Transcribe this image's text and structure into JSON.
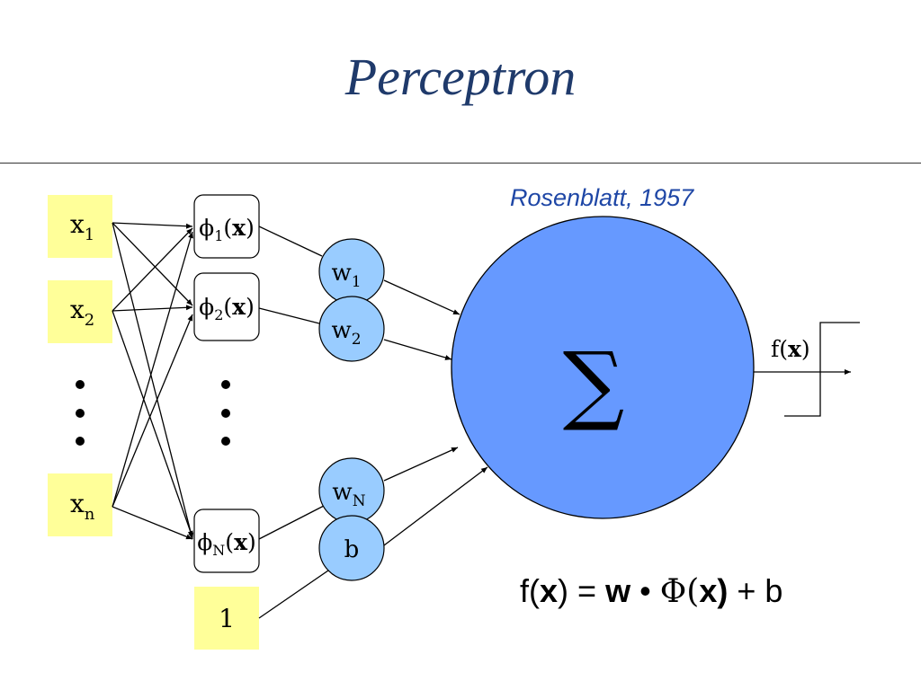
{
  "title": "Perceptron",
  "attribution": "Rosenblatt, 1957",
  "inputs": [
    {
      "base": "x",
      "sub": "1"
    },
    {
      "base": "x",
      "sub": "2"
    },
    {
      "base": "x",
      "sub": "n"
    }
  ],
  "bias_input": "1",
  "features": [
    {
      "phi": "ϕ",
      "sub": "1",
      "arg": "x"
    },
    {
      "phi": "ϕ",
      "sub": "2",
      "arg": "x"
    },
    {
      "phi": "ϕ",
      "sub": "N",
      "arg": "x"
    }
  ],
  "weights": [
    {
      "base": "w",
      "sub": "1"
    },
    {
      "base": "w",
      "sub": "2"
    },
    {
      "base": "w",
      "sub": "N"
    },
    {
      "base": "b",
      "sub": ""
    }
  ],
  "sum_symbol": "∑",
  "output_label": {
    "f": "f(",
    "arg": "x",
    "close": ")"
  },
  "formula": {
    "lhs_f": "f(",
    "lhs_x": "x",
    "lhs_close": ")",
    "eq": "=",
    "w": "w",
    "dot": "•",
    "Phi": "Φ(",
    "Phi_x": "x",
    "Phi_close": ")",
    "plus": "+",
    "b": "b"
  },
  "colors": {
    "title": "#1f3a6b",
    "attribution": "#1f47a6",
    "input_box": "#ffff99",
    "weight_node": "#99ccff",
    "sum_node": "#6699ff"
  }
}
